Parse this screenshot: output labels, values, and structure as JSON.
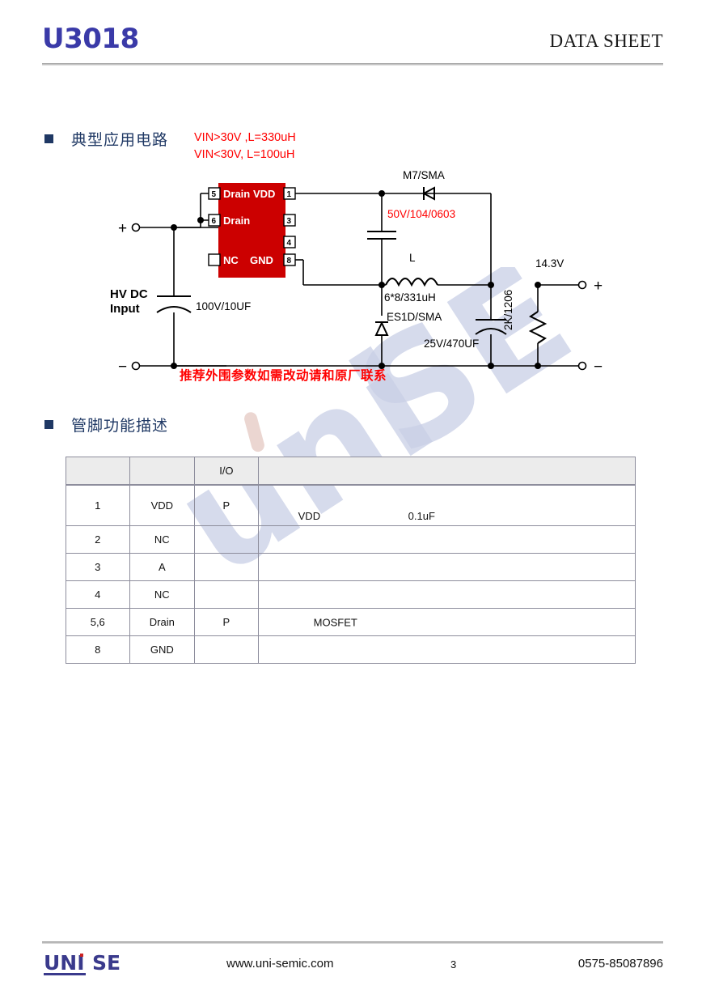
{
  "header": {
    "part_number": "U3018",
    "doc_type": "DATA SHEET"
  },
  "sections": {
    "circuit": {
      "title": "典型应用电路",
      "notes": [
        "VIN>30V ,L=330uH",
        "VIN<30V, L=100uH"
      ],
      "footnote": "推荐外围参数如需改动请和原厂联系"
    },
    "pins": {
      "title": "管脚功能描述"
    }
  },
  "circuit": {
    "ic": {
      "left_pins": [
        {
          "number": "5",
          "label": "Drain"
        },
        {
          "number": "6",
          "label": "Drain"
        },
        {
          "number": "",
          "label": "NC"
        }
      ],
      "right_pins": [
        {
          "number": "1",
          "label": "VDD"
        },
        {
          "number": "3",
          "label": ""
        },
        {
          "number": "4",
          "label": ""
        },
        {
          "number": "8",
          "label": "GND"
        }
      ]
    },
    "labels": {
      "input_source": "HV DC\nInput",
      "input_source_line1": "HV DC",
      "input_source_line2": "Input",
      "input_cap": "100V/10UF",
      "diode_top": "M7/SMA",
      "cap_top": "50V/104/0603",
      "inductor_ref": "L",
      "inductor_value": "6*8/331uH",
      "diode_bottom": "ES1D/SMA",
      "cap_out": "25V/470UF",
      "resistor": "2K/1206",
      "output_voltage": "14.3V",
      "terminal_plus": "+",
      "terminal_minus": "−"
    },
    "colors": {
      "ic_fill": "#cc0000",
      "note_red": "#ff0000",
      "wire": "#000000"
    }
  },
  "pin_table": {
    "headers": [
      "",
      "",
      "I/O",
      ""
    ],
    "rows": [
      {
        "no": "1",
        "name": "VDD",
        "io": "P",
        "desc_a": "VDD",
        "desc_b": "0.1uF",
        "desc_c": ""
      },
      {
        "no": "2",
        "name": "NC",
        "io": "",
        "desc_a": "",
        "desc_b": "",
        "desc_c": ""
      },
      {
        "no": "3",
        "name": "A",
        "io": "",
        "desc_a": "",
        "desc_b": "",
        "desc_c": ""
      },
      {
        "no": "4",
        "name": "NC",
        "io": "",
        "desc_a": "",
        "desc_b": "",
        "desc_c": ""
      },
      {
        "no": "5,6",
        "name": "Drain",
        "io": "P",
        "desc_a": "",
        "desc_b": "",
        "desc_c": "MOSFET"
      },
      {
        "no": "8",
        "name": "GND",
        "io": "",
        "desc_a": "",
        "desc_b": "",
        "desc_c": ""
      }
    ]
  },
  "watermark": {
    "text_1": "uni",
    "text_2": "SE",
    "color": "#c9cfe6"
  },
  "footer": {
    "logo_primary": "UNI",
    "logo_secondary": "SE",
    "website": "www.uni-semic.com",
    "page_number": "3",
    "phone": "0575-85087896"
  }
}
